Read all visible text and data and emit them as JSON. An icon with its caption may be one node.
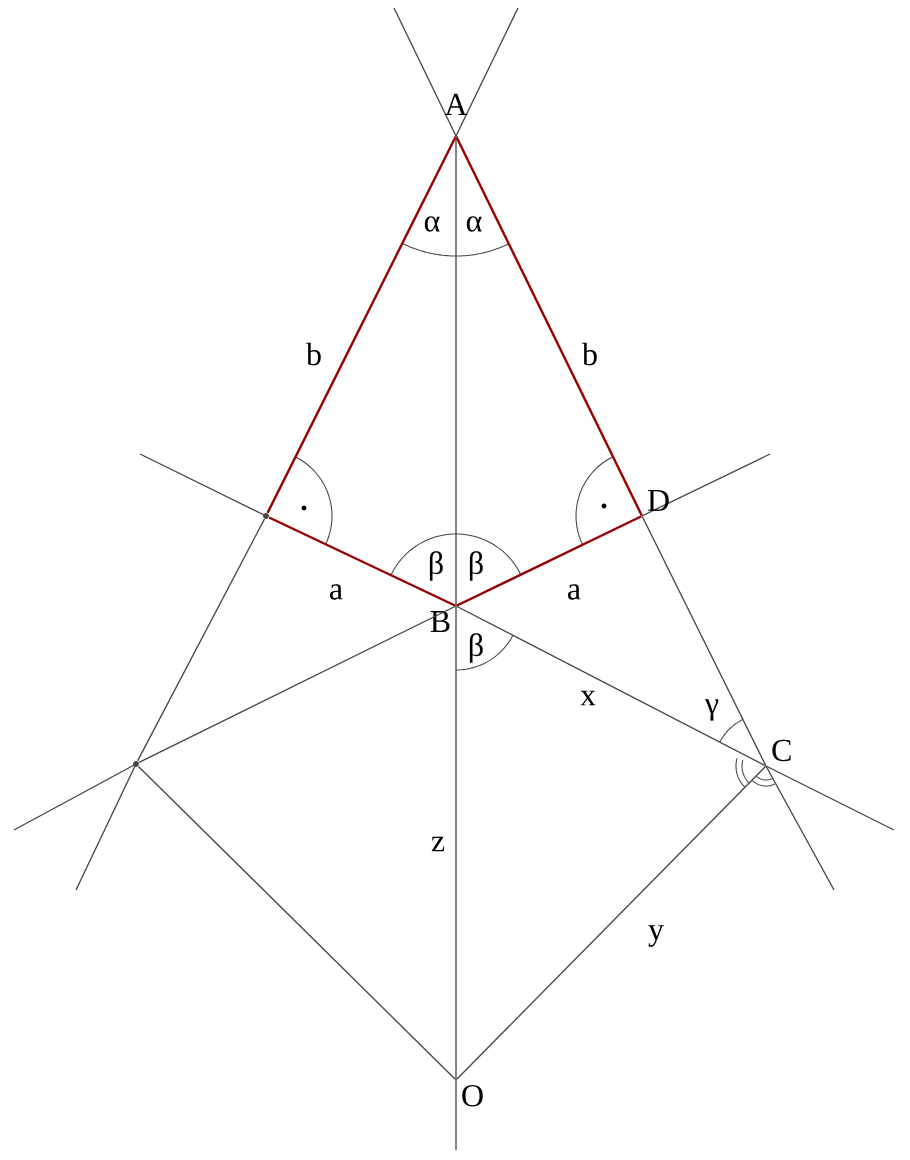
{
  "diagram": {
    "nodes": [
      {
        "text": [
          "A"
        ]
      },
      {
        "text": [
          "D"
        ]
      },
      {
        "text": [
          "B"
        ]
      },
      {
        "text": [
          "C"
        ]
      },
      {
        "text": [
          "O"
        ]
      },
      {
        "text": [],
        "shape": "point"
      },
      {
        "text": [],
        "shape": "point"
      }
    ],
    "edges": [
      {
        "from": 0,
        "to": 5,
        "arrow": "none",
        "label": "b",
        "color": "#990000"
      },
      {
        "from": 0,
        "to": 1,
        "arrow": "none",
        "label": "b",
        "color": "#990000"
      },
      {
        "from": 5,
        "to": 2,
        "arrow": "none",
        "label": "a",
        "color": "#990000"
      },
      {
        "from": 2,
        "to": 1,
        "arrow": "none",
        "label": "a",
        "color": "#990000"
      },
      {
        "from": 0,
        "to": 2,
        "arrow": "none"
      },
      {
        "from": 2,
        "to": 4,
        "arrow": "none",
        "label": "z"
      },
      {
        "from": 2,
        "to": 3,
        "arrow": "none",
        "label": "x"
      },
      {
        "from": 3,
        "to": 4,
        "arrow": "none",
        "label": "y"
      },
      {
        "from": 6,
        "to": 4,
        "arrow": "none"
      },
      {
        "from": 6,
        "to": 2,
        "arrow": "none"
      },
      {
        "from": 1,
        "to": 3,
        "arrow": "none"
      },
      {
        "from": 5,
        "to": 6,
        "arrow": "none"
      }
    ],
    "labels": [
      "α",
      "α",
      "β",
      "β",
      "β",
      "γ"
    ]
  }
}
